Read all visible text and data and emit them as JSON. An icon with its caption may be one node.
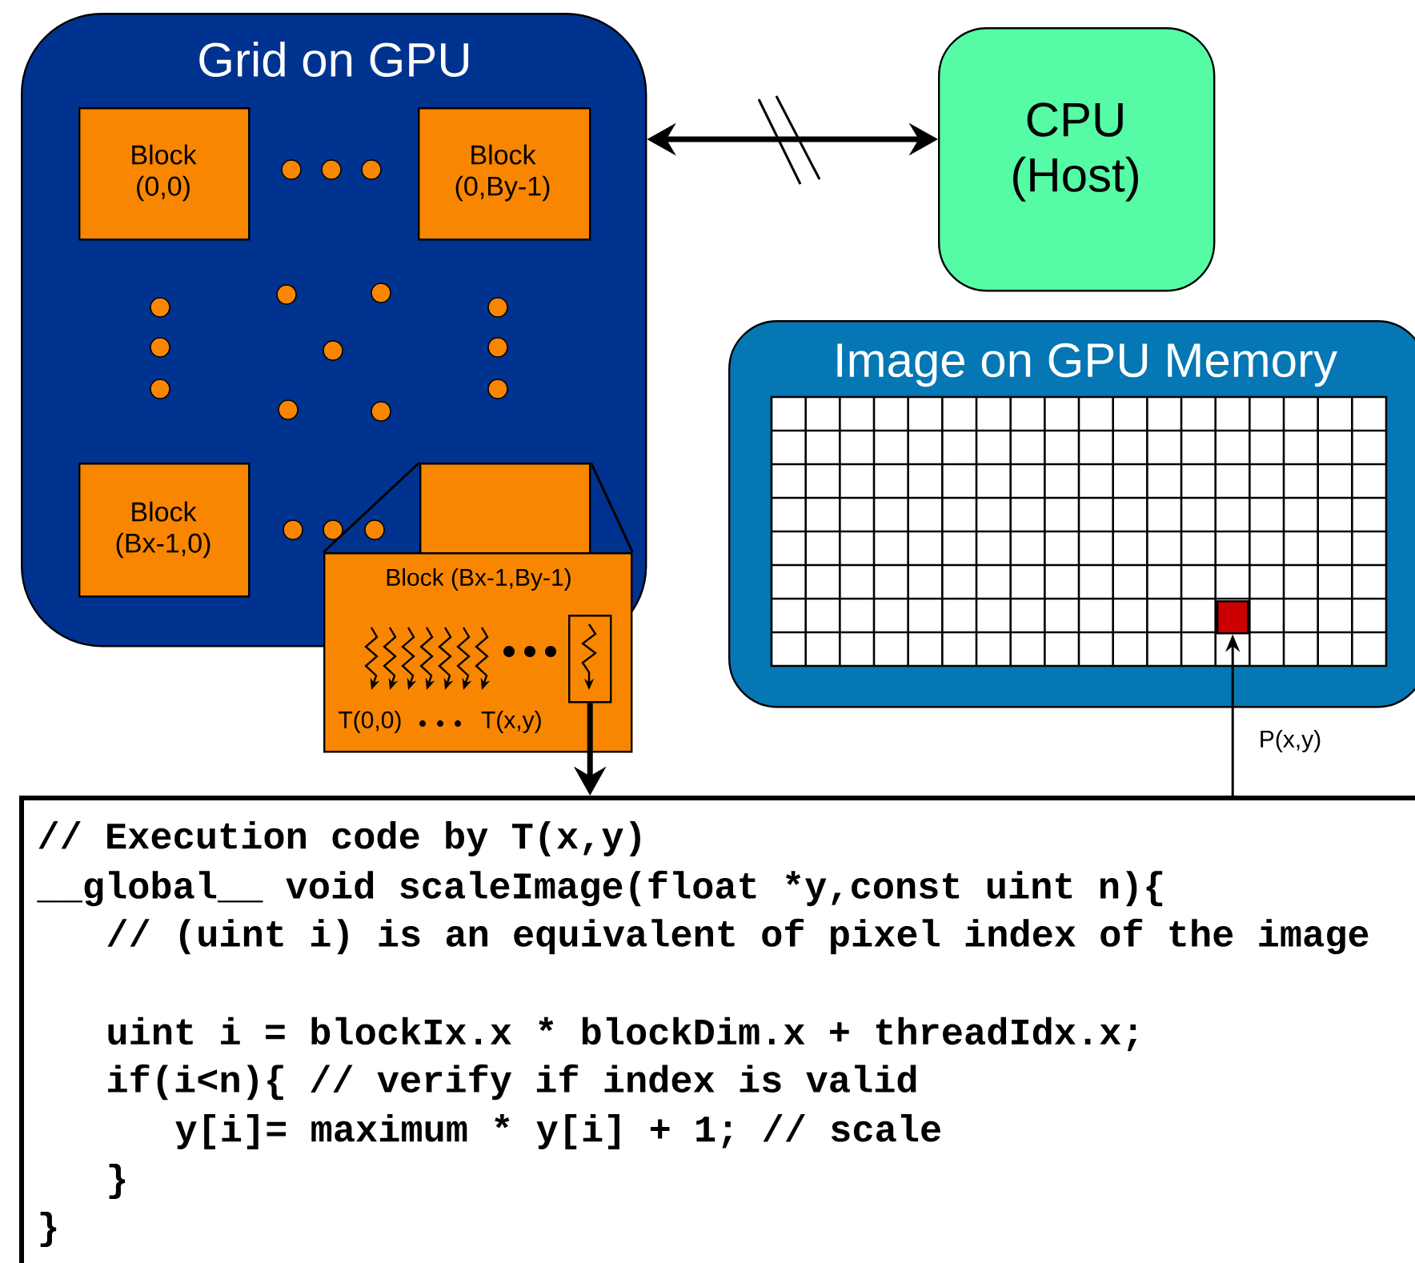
{
  "diagram": {
    "nodes": [
      {
        "text": [
          "Grid on GPU"
        ]
      },
      {
        "text": [
          "Block (0,0)"
        ],
        "in": 0
      },
      {
        "text": [
          "Block (0,By-1)"
        ],
        "in": 0
      },
      {
        "text": [
          "Block (Bx-1,0)"
        ],
        "in": 0
      },
      {
        "text": [],
        "shape": "box",
        "in": 0
      },
      {
        "text": [
          "Block (Bx-1,By-1)",
          "T(0,0)",
          "T(x,y)"
        ]
      },
      {
        "text": [],
        "shape": "box",
        "in": 5
      },
      {
        "text": [
          "CPU (Host)"
        ]
      },
      {
        "text": [
          "Image on GPU Memory"
        ]
      },
      {
        "text": [],
        "shape": "box",
        "in": 8
      },
      {
        "text": [
          "// Execution code by T(x,y)",
          "__global__ void scaleImage(float *y,const uint n){",
          "// (uint i) is an equivalent of pixel index of the image",
          "uint i = blockIx.x * blockDim.x + threadIdx.x;",
          "if(i<n){ // verify if index is valid",
          "y[i]= maximum * y[i] + 1; // scale",
          "}",
          "}"
        ]
      }
    ],
    "edges": [
      {
        "from": 0,
        "to": 7,
        "arrow": "both",
        "style": "thick"
      },
      {
        "from": 6,
        "to": 10,
        "arrow": "to",
        "style": "thick"
      },
      {
        "from": 10,
        "to": 9,
        "arrow": "to",
        "label": "P(x,y)"
      },
      {
        "from": 4,
        "to": 5,
        "arrow": "none"
      },
      {
        "from": 4,
        "to": 5,
        "arrow": "none"
      }
    ]
  }
}
